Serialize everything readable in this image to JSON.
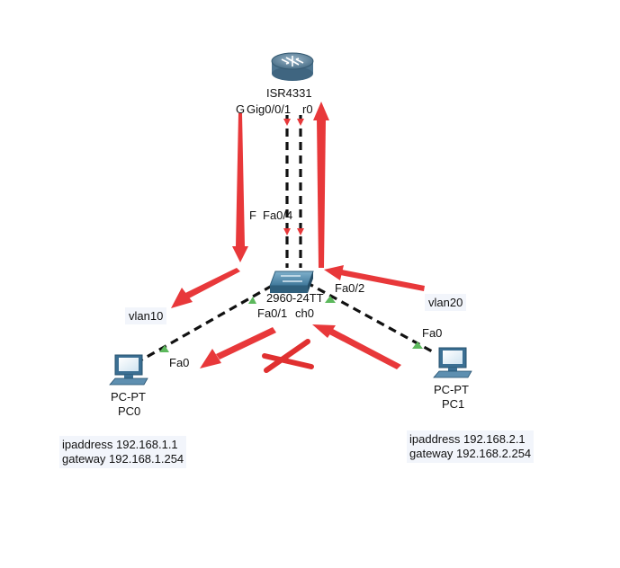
{
  "devices": {
    "router": {
      "model": "ISR4331",
      "name_fragment": "r0"
    },
    "switch": {
      "model_fragment": "2960-24TT",
      "name_fragment": "ch0"
    },
    "pc0": {
      "type": "PC-PT",
      "name": "PC0"
    },
    "pc1": {
      "type": "PC-PT",
      "name": "PC1"
    }
  },
  "ports": {
    "router_g": "G",
    "router_gig": "Gig0/0/1",
    "switch_f": "F",
    "switch_fa04": "Fa0/4",
    "switch_fa01": "Fa0/1",
    "switch_fa02": "Fa0/2",
    "pc0_fa0": "Fa0",
    "pc1_fa0": "Fa0"
  },
  "vlans": {
    "left": "vlan10",
    "right": "vlan20"
  },
  "notes": {
    "pc0": {
      "ip": "ipaddress 192.168.1.1",
      "gateway": "gateway 192.168.1.254"
    },
    "pc1": {
      "ip": "ipaddress 192.168.2.1",
      "gateway": "gateway 192.168.2.254"
    }
  },
  "colors": {
    "arrow": "#e8383a",
    "link": "#111111",
    "link_up": "#5cb85c",
    "device": "#3b7fa8"
  }
}
